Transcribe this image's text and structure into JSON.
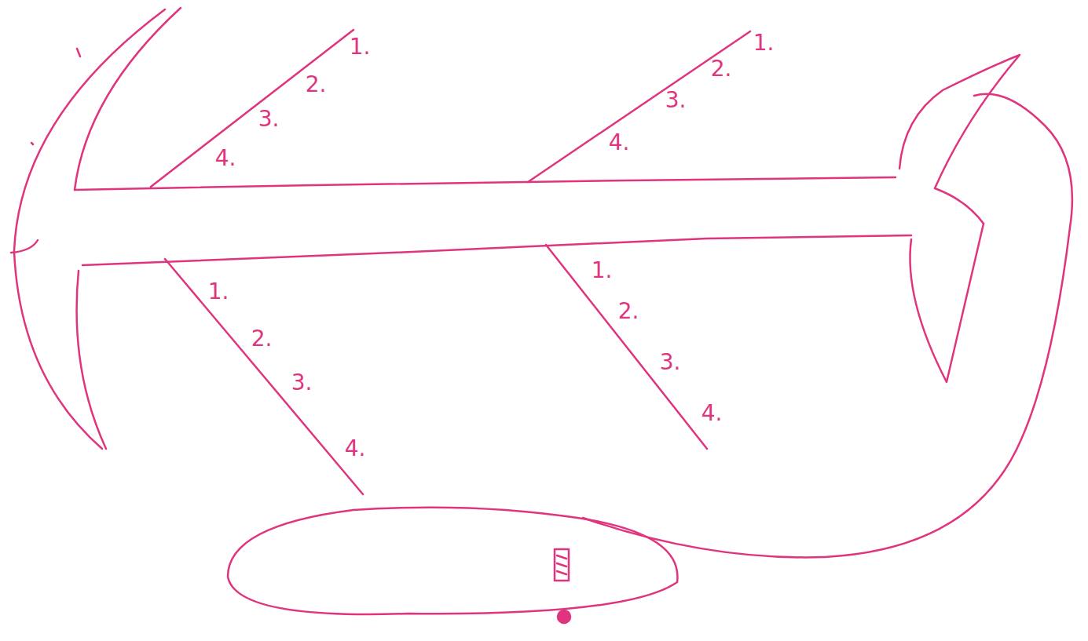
{
  "diagram": {
    "labels": [
      "1.",
      "2.",
      "3.",
      "4.",
      "1.",
      "2.",
      "3.",
      "4.",
      "1.",
      "2.",
      "3.",
      "4.",
      "1.",
      "2.",
      "3.",
      "4."
    ]
  }
}
